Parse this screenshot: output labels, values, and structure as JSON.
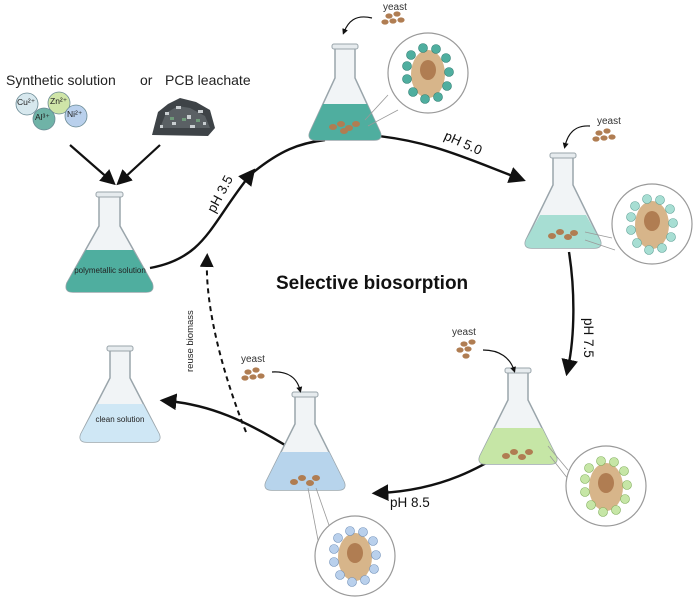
{
  "title": "Selective biosorption",
  "sources": {
    "synthetic": "Synthetic solution",
    "or": "or",
    "pcb": "PCB leachate"
  },
  "ions": [
    "Cu²⁺",
    "Zn²⁺",
    "Al³⁺",
    "Ni²⁺"
  ],
  "flasks": {
    "start": "polymetallic solution",
    "end": "clean solution"
  },
  "ph_steps": [
    "pH 3.5",
    "pH 5.0",
    "pH 7.5",
    "pH 8.5"
  ],
  "yeast_label": "yeast",
  "reuse_label": "reuse biomass",
  "colors": {
    "teal": "#4fae9f",
    "aqua": "#a7ded3",
    "lime": "#c6e6a6",
    "blue": "#b7d4ec",
    "yeast": "#b07d52",
    "cu": "#d7e8ee",
    "zn": "#cfe5a8",
    "al": "#6fb3a7",
    "ni": "#b9d0ec"
  }
}
